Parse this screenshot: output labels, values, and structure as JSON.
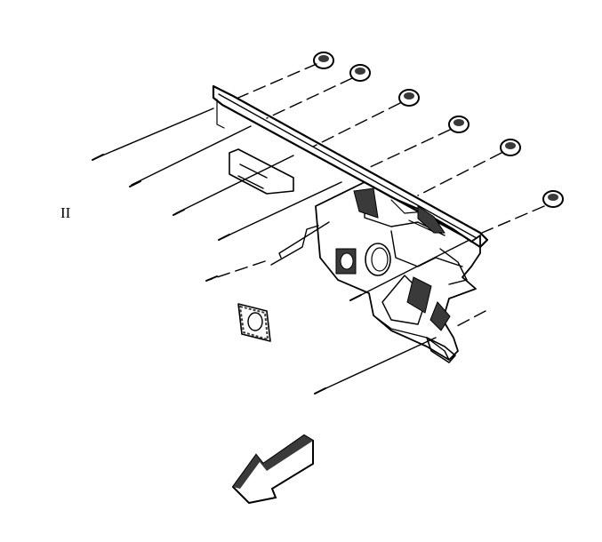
{
  "diagram": {
    "callout_label": "II",
    "studs": [
      {
        "id": 1
      },
      {
        "id": 2
      },
      {
        "id": 3
      },
      {
        "id": 4
      },
      {
        "id": 5
      },
      {
        "id": 6
      }
    ],
    "colors": {
      "ink": "#000000",
      "paper": "#ffffff",
      "shade": "#3a3a3a"
    },
    "icons": [
      "hex-nut-icon",
      "stud-bolt-icon",
      "front-direction-arrow-icon",
      "gasket-icon"
    ]
  }
}
